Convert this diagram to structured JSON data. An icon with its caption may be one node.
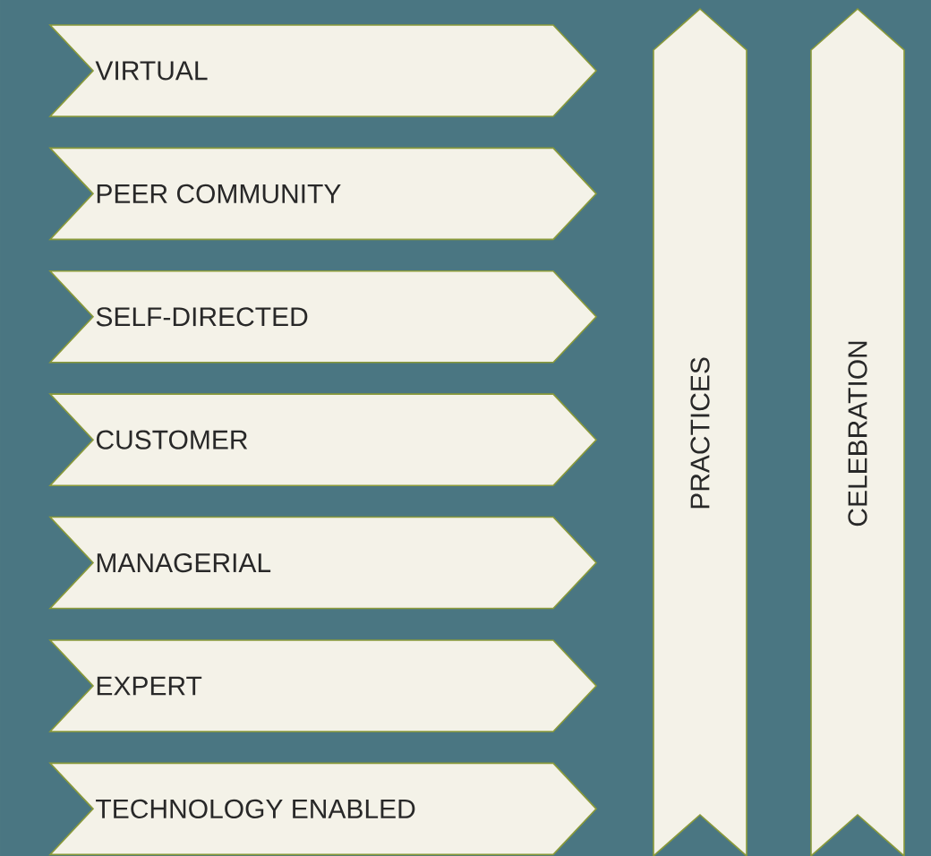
{
  "diagram": {
    "nodes": [
      {
        "text": [
          "VIRTUAL"
        ]
      },
      {
        "text": [
          "PEER COMMUNITY"
        ]
      },
      {
        "text": [
          "SELF-DIRECTED"
        ]
      },
      {
        "text": [
          "CUSTOMER"
        ]
      },
      {
        "text": [
          "MANAGERIAL"
        ]
      },
      {
        "text": [
          "EXPERT"
        ]
      },
      {
        "text": [
          "TECHNOLOGY ENABLED"
        ]
      },
      {
        "text": [
          "PRACTICES"
        ]
      },
      {
        "text": [
          "CELEBRATION"
        ]
      }
    ]
  }
}
